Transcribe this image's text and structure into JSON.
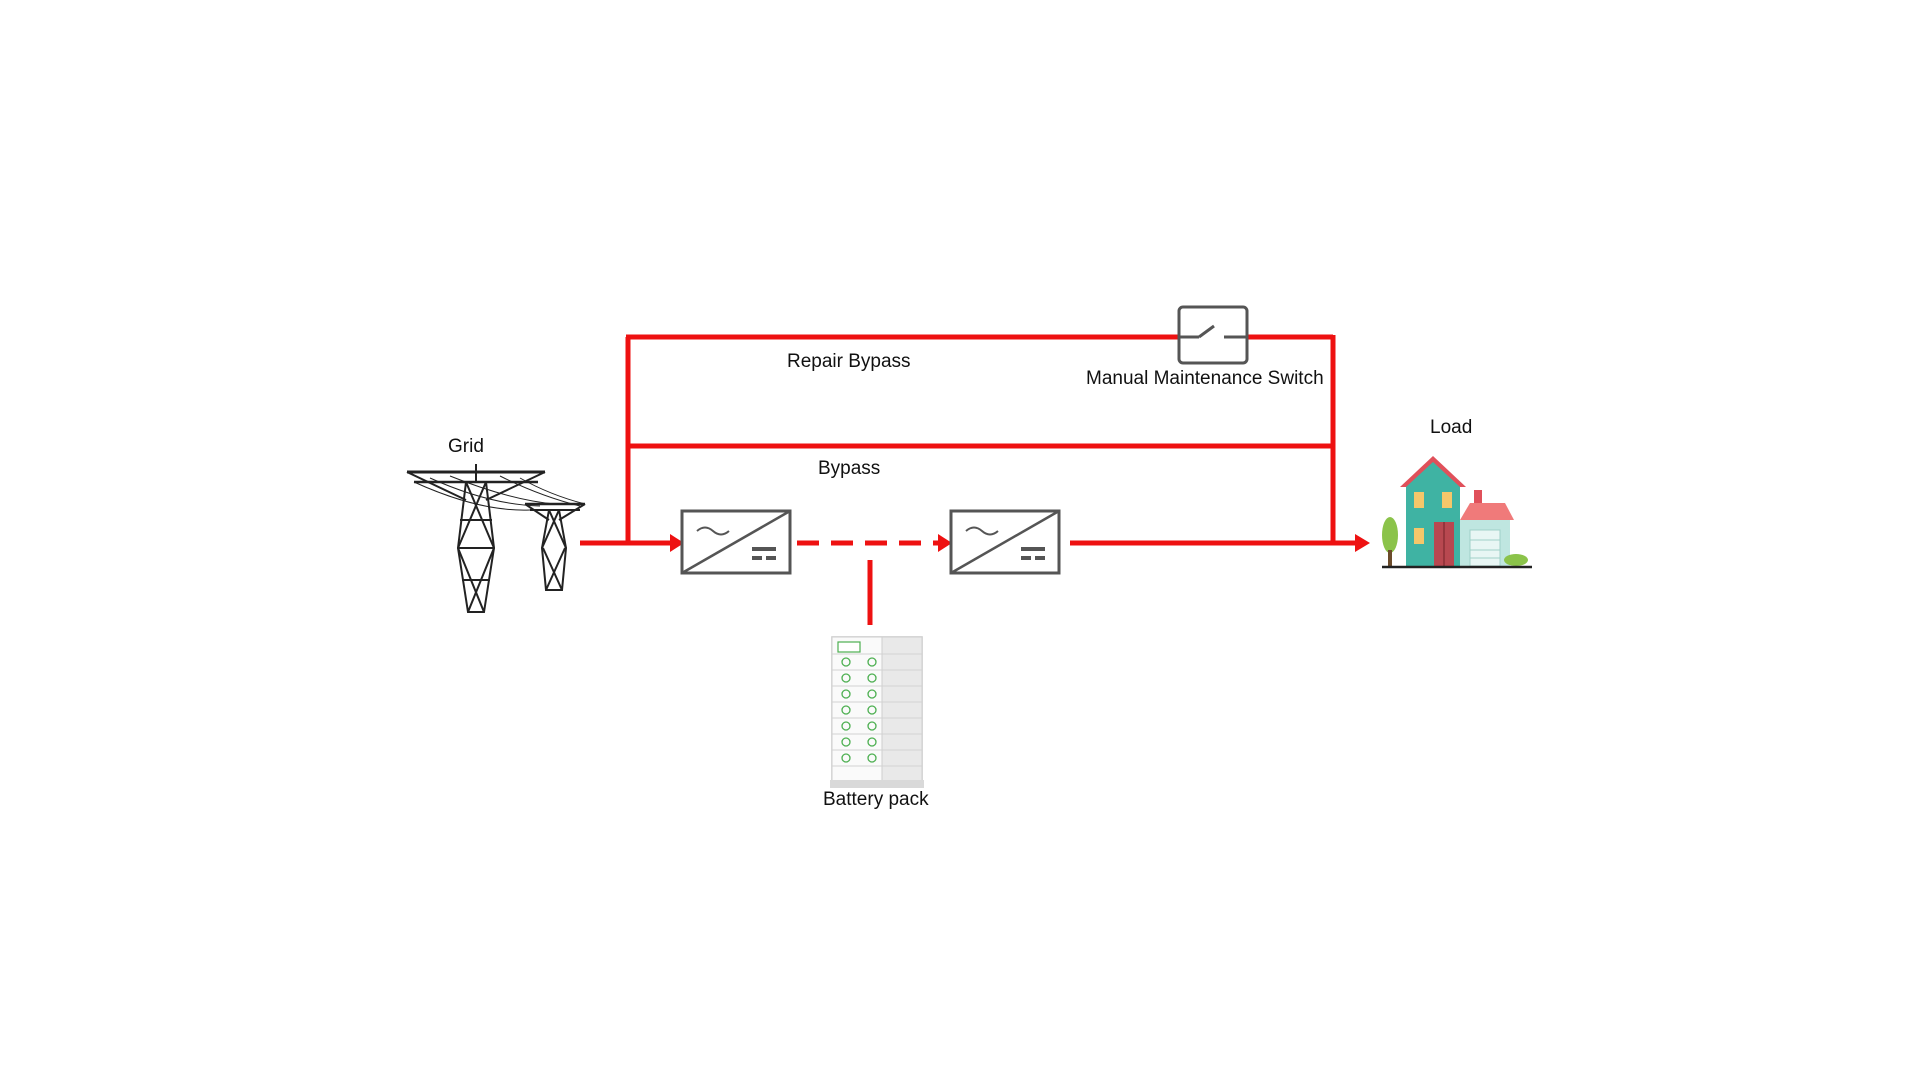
{
  "labels": {
    "grid": "Grid",
    "repair_bypass": "Repair Bypass",
    "manual_switch": "Manual Maintenance Switch",
    "bypass": "Bypass",
    "load": "Load",
    "battery": "Battery pack"
  },
  "colors": {
    "line": "#ee1111",
    "box": "#555555",
    "house_body": "#3fb3a3",
    "house_roof": "#e0505a",
    "garage": "#f07a7a",
    "window": "#f5c76a",
    "tree": "#8bc34a",
    "battery_accent": "#4caf50"
  },
  "icons": {
    "grid": "power-transmission-tower-icon",
    "inverter": "ac-dc-converter-icon",
    "switch": "switch-icon",
    "house": "house-icon",
    "battery": "battery-rack-icon"
  }
}
